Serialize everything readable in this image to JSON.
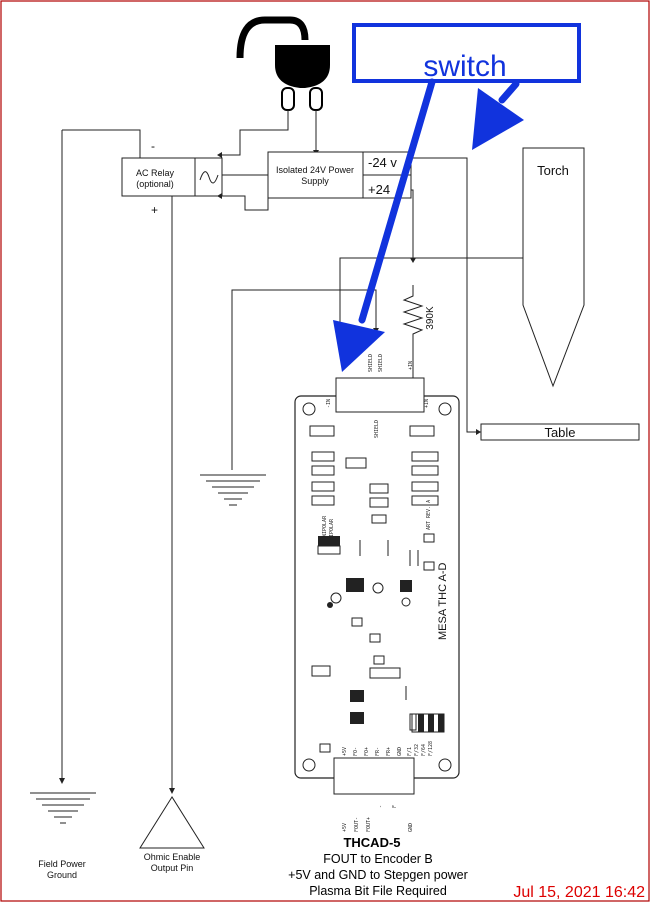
{
  "switch_box": {
    "label": "switch"
  },
  "components": {
    "ac_relay": {
      "line1": "AC Relay",
      "line2": "(optional)",
      "minus": "-",
      "plus": "+"
    },
    "power_supply": {
      "line1": "Isolated 24V Power",
      "line2": "Supply",
      "minus_terminal": "-24 v",
      "plus_terminal": "+24"
    },
    "resistor": {
      "label": "390K"
    },
    "torch": {
      "label": "Torch"
    },
    "table": {
      "label": "Table"
    },
    "shield_labels": [
      "SHIELD",
      "SHIELD"
    ],
    "in_label": "+IN",
    "field_ground": {
      "line1": "Field Power",
      "line2": "Ground"
    },
    "ohmic": {
      "line1": "Ohmic Enable",
      "line2": "Output Pin"
    }
  },
  "board": {
    "brand": "MESA THC A-D",
    "rev": "ART REV. A",
    "silk": [
      "SHIELD",
      "UNIPOLAR",
      "BIPOLAR",
      "-IN",
      "+IN"
    ],
    "bottom_pins": [
      "+5V",
      "FOUT-",
      "FOUT+",
      "-",
      "F",
      "GND"
    ],
    "bottom_header_labels": [
      "+5V",
      "FO-",
      "FO+",
      "FR-",
      "FR+",
      "GND",
      "F/1",
      "F/32",
      "F/64",
      "F/128"
    ]
  },
  "caption": {
    "title": "THCAD-5",
    "line1": "FOUT to  Encoder B",
    "line2": "+5V and GND to Stepgen power",
    "line3": "Plasma Bit File Required"
  },
  "timestamp": "Jul 15, 2021 16:42"
}
